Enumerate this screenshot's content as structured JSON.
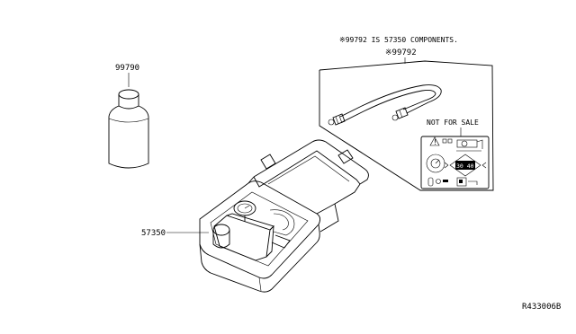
{
  "labels": {
    "bottle_part": "99790",
    "hose_note": "※99792 IS 57350 COMPONENTS.",
    "hose_part": "※99792",
    "not_for_sale": "NOT FOR SALE",
    "kit_part": "57350",
    "sticker_reading": "30 40",
    "diagram_code": "R433006B"
  }
}
